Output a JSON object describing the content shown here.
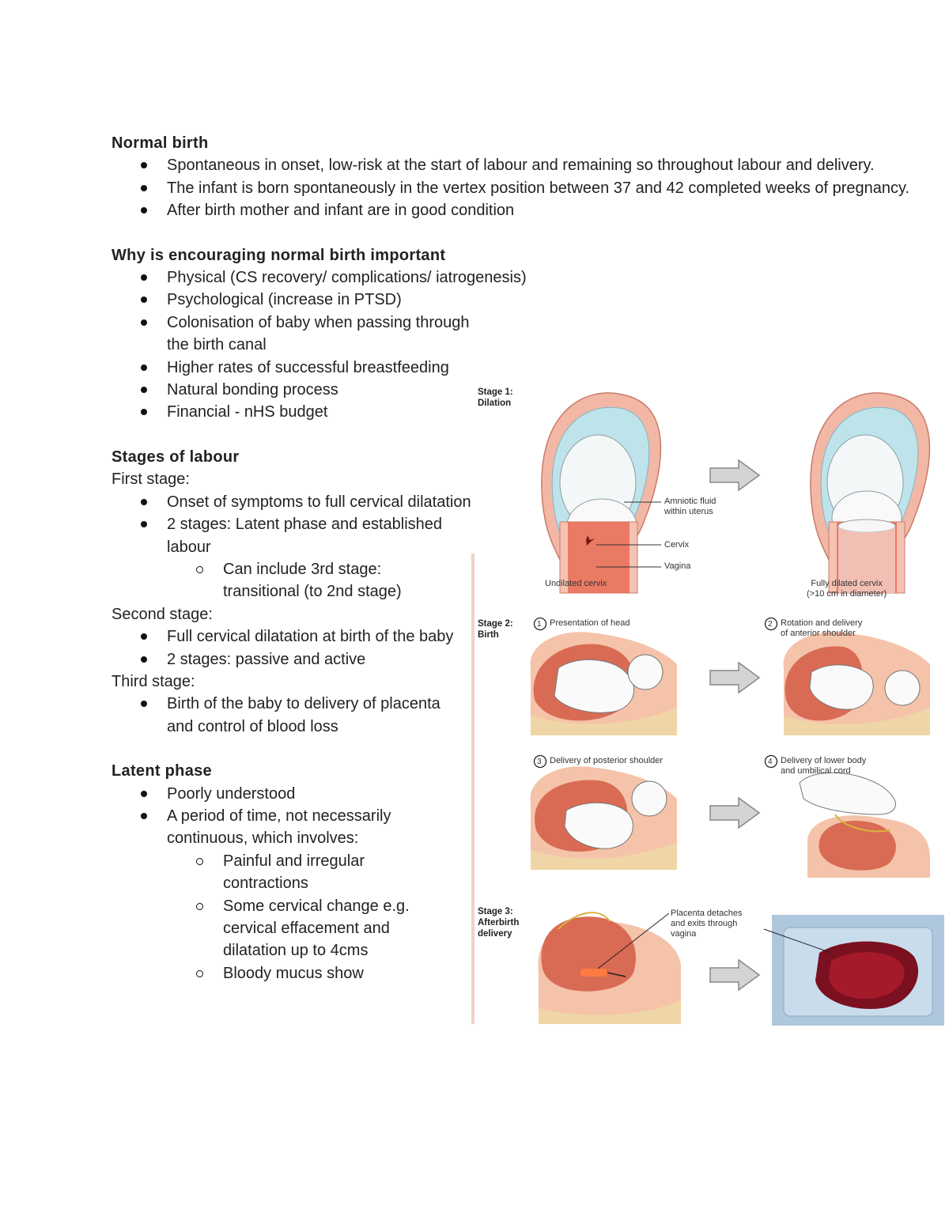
{
  "sections": {
    "normal_birth": {
      "heading": "Normal birth",
      "bullets": [
        "Spontaneous in onset, low-risk at the start of labour and remaining so throughout labour and delivery.",
        "The infant is born spontaneously in the vertex position between 37 and 42 completed weeks of pregnancy.",
        "After birth mother and infant are in good condition"
      ]
    },
    "why_important": {
      "heading": "Why is encouraging normal birth important",
      "bullets": [
        "Physical (CS recovery/ complications/ iatrogenesis)",
        "Psychological (increase in PTSD)",
        "Colonisation of baby when passing through the birth canal",
        "Higher rates of successful breastfeeding",
        "Natural bonding process",
        "Financial - nHS budget"
      ]
    },
    "stages": {
      "heading": "Stages of labour",
      "first": {
        "label": "First stage:",
        "b1": "Onset of symptoms to full cervical dilatation",
        "b2": "2 stages: Latent phase and established labour",
        "sub": "Can include 3rd stage: transitional (to 2nd stage)"
      },
      "second": {
        "label": "Second stage:",
        "b1": "Full cervical dilatation at birth of the baby",
        "b2": "2 stages: passive and active"
      },
      "third": {
        "label": "Third stage:",
        "b1": "Birth of the baby to delivery of placenta and control of blood loss"
      }
    },
    "latent": {
      "heading": "Latent phase",
      "b1": "Poorly understood",
      "b2": "A period of time, not necessarily continuous, which involves:",
      "subs": [
        "Painful and irregular contractions",
        "Some cervical change e.g. cervical effacement and dilatation up to 4cms",
        "Bloody mucus show"
      ]
    }
  },
  "figure": {
    "stage1": "Stage 1:\nDilation",
    "stage2": "Stage 2:\nBirth",
    "stage3": "Stage 3:\nAfterbirth\ndelivery",
    "amniotic": "Amniotic fluid\nwithin uterus",
    "cervix": "Cervix",
    "vagina": "Vagina",
    "undilated": "Undilated cervix",
    "fully_dilated": "Fully dilated cervix\n(>10 cm in diameter)",
    "step1": "Presentation of head",
    "step2": "Rotation and delivery\nof anterior shoulder",
    "step3": "Delivery of posterior shoulder",
    "step4": "Delivery of lower body\nand umbilical cord",
    "placenta": "Placenta detaches\nand exits through\nvagina",
    "n1": "1",
    "n2": "2",
    "n3": "3",
    "n4": "4"
  }
}
